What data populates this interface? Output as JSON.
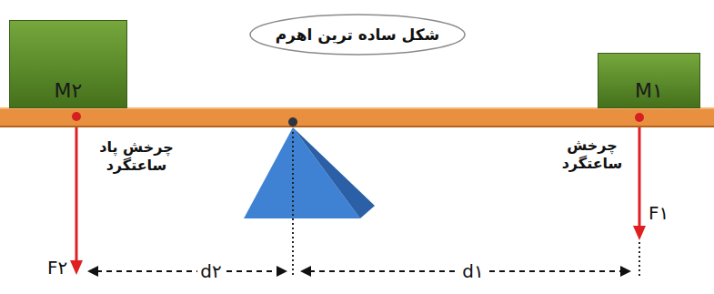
{
  "diagram": {
    "title": "شکل ساده ترین اهرم",
    "nodes": [
      {
        "text": [
          "M۲"
        ]
      },
      {
        "text": [
          "M۱"
        ]
      }
    ],
    "labels": [
      "چرخش پاد ساعتگرد",
      "چرخش ساعتگرد",
      "F۱",
      "F۲",
      "d۲",
      "d۱"
    ]
  }
}
